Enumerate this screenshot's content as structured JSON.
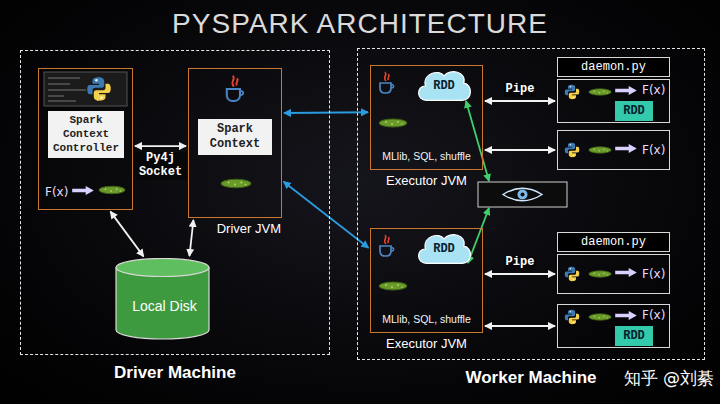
{
  "diagram": {
    "title": "PYSPARK ARCHITECTURE",
    "nodes": [
      {
        "text": [
          "Driver Machine"
        ]
      },
      {
        "text": [
          "Spark Context Controller",
          "F(x)"
        ],
        "in": 0
      },
      {
        "text": [
          "Spark Context",
          "Driver JVM"
        ],
        "in": 0
      },
      {
        "text": [
          "Local Disk"
        ],
        "in": 0
      },
      {
        "text": [
          "Worker Machine"
        ]
      },
      {
        "text": [
          "MLlib, SQL, shuffle",
          "Executor JVM"
        ],
        "in": 4
      },
      {
        "text": [
          "RDD"
        ],
        "in": 5
      },
      {
        "text": [
          "daemon.py"
        ],
        "in": 4
      },
      {
        "text": [
          "F(x)"
        ],
        "in": 4
      },
      {
        "text": [
          "RDD"
        ],
        "in": 8
      },
      {
        "text": [
          "F(x)"
        ],
        "in": 4
      },
      {
        "text": [
          "MLlib, SQL, shuffle",
          "Executor JVM"
        ],
        "in": 4
      },
      {
        "text": [
          "RDD"
        ],
        "in": 11
      },
      {
        "text": [
          "daemon.py"
        ],
        "in": 4
      },
      {
        "text": [
          "F(x)"
        ],
        "in": 4
      },
      {
        "text": [
          "F(x)"
        ],
        "in": 4
      },
      {
        "text": [
          "RDD"
        ],
        "in": 15
      }
    ],
    "edges": [
      {
        "from": 1,
        "to": 2,
        "arrow": "both",
        "label": "Py4j Socket"
      },
      {
        "from": 1,
        "to": 3,
        "arrow": "both"
      },
      {
        "from": 2,
        "to": 3,
        "arrow": "both"
      },
      {
        "from": 2,
        "to": 5,
        "arrow": "both"
      },
      {
        "from": 2,
        "to": 11,
        "arrow": "both"
      },
      {
        "from": 5,
        "to": 8,
        "arrow": "both",
        "label": "Pipe"
      },
      {
        "from": 5,
        "to": 10,
        "arrow": "both"
      },
      {
        "from": 11,
        "to": 14,
        "arrow": "both",
        "label": "Pipe"
      },
      {
        "from": 11,
        "to": 15,
        "arrow": "both"
      }
    ],
    "labels": [
      "知乎 @刘綦"
    ]
  }
}
